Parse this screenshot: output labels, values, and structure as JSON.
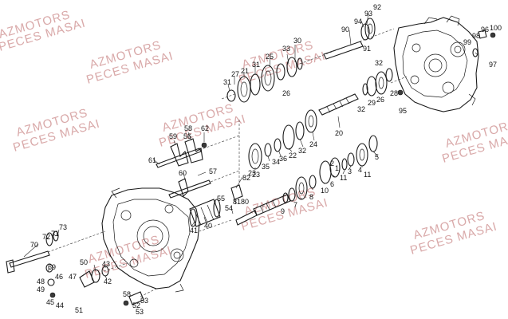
{
  "watermarks": [
    {
      "line1": "AZMOTORS",
      "line2": "PECES MASAI"
    },
    {
      "line1": "AZMOTORS",
      "line2": "PECES MASAI"
    },
    {
      "line1": "AZMOTORS",
      "line2": "PECES MASAI"
    },
    {
      "line1": "AZMOTORS",
      "line2": "PECES MASAI"
    },
    {
      "line1": "AZMOTORS",
      "line2": "PECES MASAI"
    },
    {
      "line1": "AZMOTORS",
      "line2": "PECES MASAI"
    },
    {
      "line1": "AZMOTORS",
      "line2": "PECES MASAI"
    },
    {
      "line1": "AZMOTORS",
      "line2": "PECES MASAI"
    },
    {
      "line1": "AZMOTORS",
      "line2": "PECES MASAI"
    }
  ],
  "callouts": [
    "92",
    "93",
    "94",
    "90",
    "91",
    "100",
    "96",
    "98",
    "99",
    "97",
    "30",
    "33",
    "25",
    "31",
    "27",
    "21",
    "26",
    "31",
    "32",
    "29",
    "26",
    "28",
    "95",
    "32",
    "20",
    "24",
    "23",
    "22",
    "34",
    "35",
    "32",
    "36",
    "23",
    "11",
    "5",
    "4",
    "3",
    "1",
    "11",
    "6",
    "2",
    "10",
    "8",
    "7",
    "9",
    "82",
    "81",
    "80",
    "54",
    "55",
    "60",
    "58",
    "62",
    "59",
    "56",
    "61",
    "57",
    "41",
    "40",
    "70",
    "71",
    "72",
    "73",
    "69",
    "46",
    "48",
    "49",
    "47",
    "45",
    "44",
    "50",
    "43",
    "42",
    "51",
    "52",
    "53",
    "53",
    "58"
  ]
}
